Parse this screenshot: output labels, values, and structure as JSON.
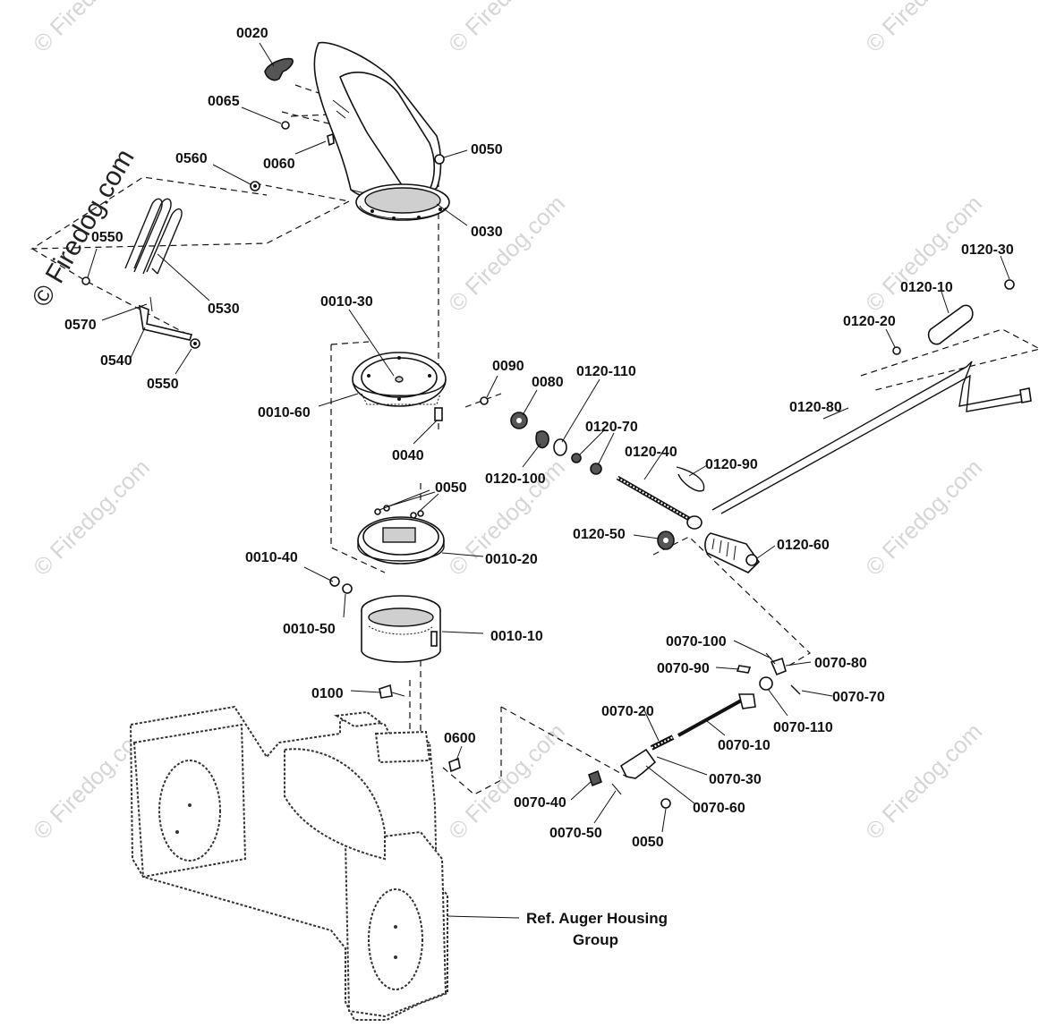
{
  "watermark": {
    "text": "© Firedog.com",
    "large_text": "© Firedog.com"
  },
  "labels": {
    "p0020": "0020",
    "p0065": "0065",
    "p0060": "0060",
    "p0560": "0560",
    "p0050_top": "0050",
    "p0030": "0030",
    "p0550_top": "0550",
    "p0530": "0530",
    "p0570": "0570",
    "p0540": "0540",
    "p0550": "0550",
    "p0010_30": "0010-30",
    "p0010_60": "0010-60",
    "p0040": "0040",
    "p0050_mid": "0050",
    "p0010_20": "0010-20",
    "p0010_40": "0010-40",
    "p0010_50": "0010-50",
    "p0010_10": "0010-10",
    "p0100": "0100",
    "p0600": "0600",
    "p0090": "0090",
    "p0080": "0080",
    "p0120_110": "0120-110",
    "p0120_70": "0120-70",
    "p0120_100": "0120-100",
    "p0120_40": "0120-40",
    "p0120_90": "0120-90",
    "p0120_50": "0120-50",
    "p0120_60": "0120-60",
    "p0120_80": "0120-80",
    "p0120_30": "0120-30",
    "p0120_10": "0120-10",
    "p0120_20": "0120-20",
    "p0070_100": "0070-100",
    "p0070_80": "0070-80",
    "p0070_90": "0070-90",
    "p0070_70": "0070-70",
    "p0070_110": "0070-110",
    "p0070_20": "0070-20",
    "p0070_10": "0070-10",
    "p0070_30": "0070-30",
    "p0070_40": "0070-40",
    "p0070_60": "0070-60",
    "p0070_50": "0070-50",
    "p0050_bot": "0050",
    "ref_line1": "Ref. Auger Housing",
    "ref_line2": "Group"
  }
}
